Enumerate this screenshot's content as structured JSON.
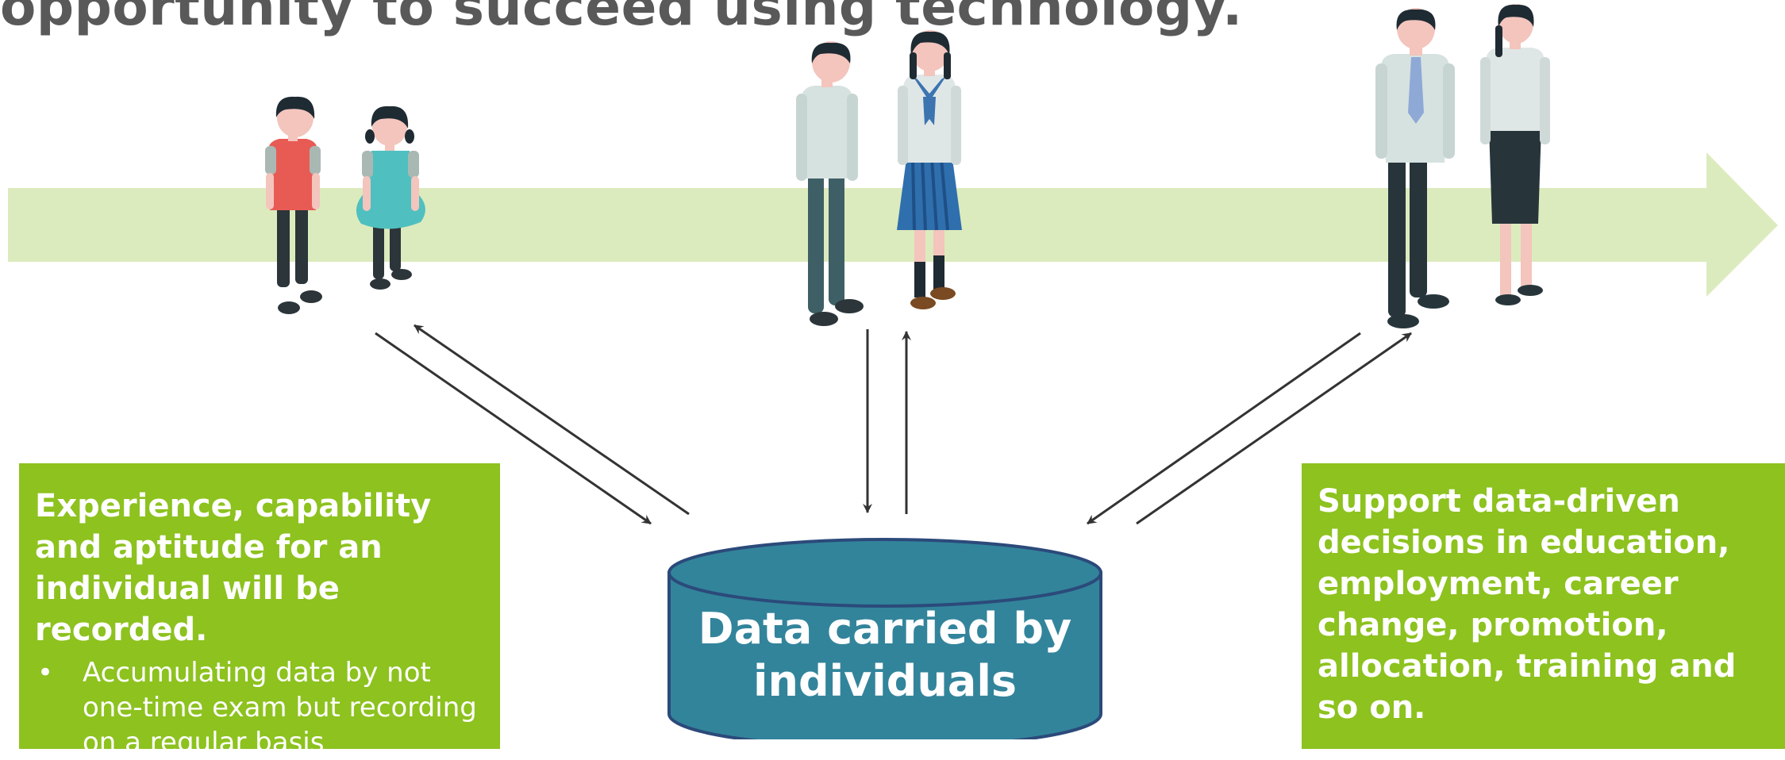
{
  "title": "opportunity to succeed using technology.",
  "left_box": {
    "heading": "Experience, capability and aptitude for an individual will be recorded.",
    "bullets": [
      "Accumulating data by not one-time exam but recording on a regular basis"
    ]
  },
  "right_box": {
    "text": "Support data-driven decisions in education, employment, career change, promotion, allocation, training and so on."
  },
  "database": {
    "label_line1": "Data carried by",
    "label_line2": "individuals"
  },
  "colors": {
    "timeline_arrow": "#dcebbd",
    "box_green": "#8dc21f",
    "database_fill": "#32849b",
    "database_stroke": "#2b4a7a",
    "connector": "#333333"
  },
  "icons": [
    "children-figures",
    "student-figures",
    "adult-figures",
    "database-cylinder",
    "timeline-arrow"
  ]
}
